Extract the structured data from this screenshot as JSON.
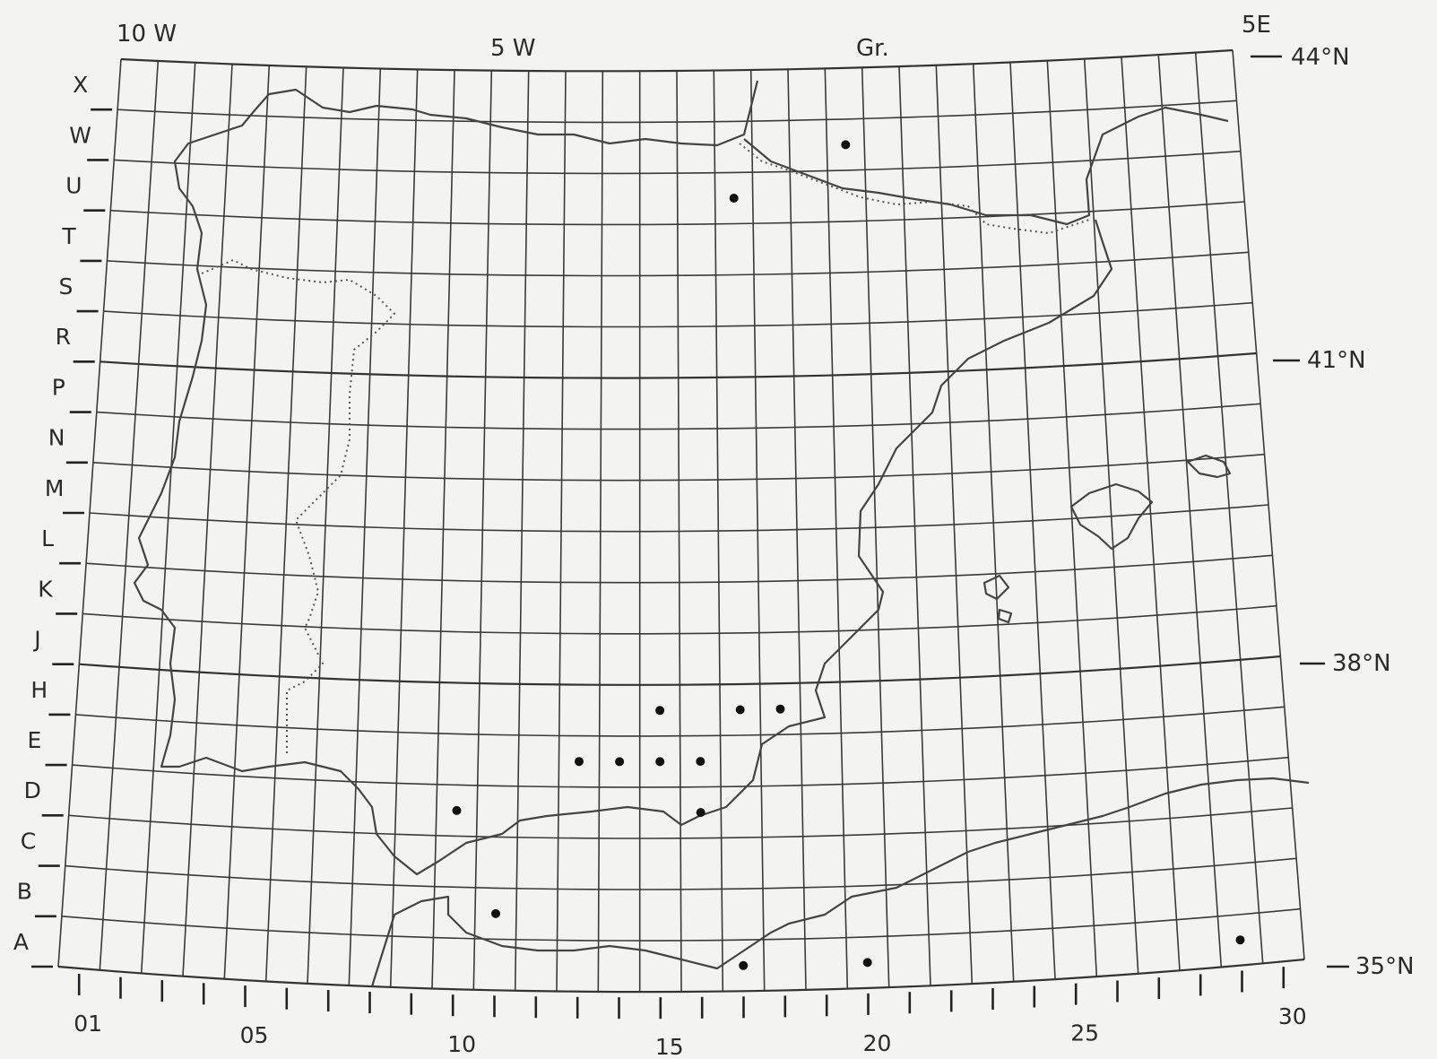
{
  "map": {
    "longitude_labels": [
      "10 W",
      "5 W",
      "Gr.",
      "5E"
    ],
    "latitude_labels": [
      "44°N",
      "41°N",
      "38°N",
      "35°N"
    ],
    "row_labels": [
      "X",
      "W",
      "U",
      "T",
      "S",
      "R",
      "P",
      "N",
      "M",
      "L",
      "K",
      "J",
      "H",
      "E",
      "D",
      "C",
      "B",
      "A"
    ],
    "column_labels": [
      "01",
      "05",
      "10",
      "15",
      "20",
      "25",
      "30"
    ],
    "colors": {
      "background": "#f3f3f1",
      "lines": "#333333",
      "dots": "#111111"
    },
    "records": [
      {
        "col": 20,
        "row": "W"
      },
      {
        "col": 17,
        "row": "U"
      },
      {
        "col": 17,
        "row": "H"
      },
      {
        "col": 18,
        "row": "H"
      },
      {
        "col": 15,
        "row": "H"
      },
      {
        "col": 15,
        "row": "E"
      },
      {
        "col": 14,
        "row": "E"
      },
      {
        "col": 13,
        "row": "E"
      },
      {
        "col": 16,
        "row": "E"
      },
      {
        "col": 16,
        "row": "D"
      },
      {
        "col": 10,
        "row": "D"
      },
      {
        "col": 11,
        "row": "B"
      },
      {
        "col": 17,
        "row": "A"
      },
      {
        "col": 20,
        "row": "A"
      },
      {
        "col": 29,
        "row": "A"
      }
    ]
  }
}
